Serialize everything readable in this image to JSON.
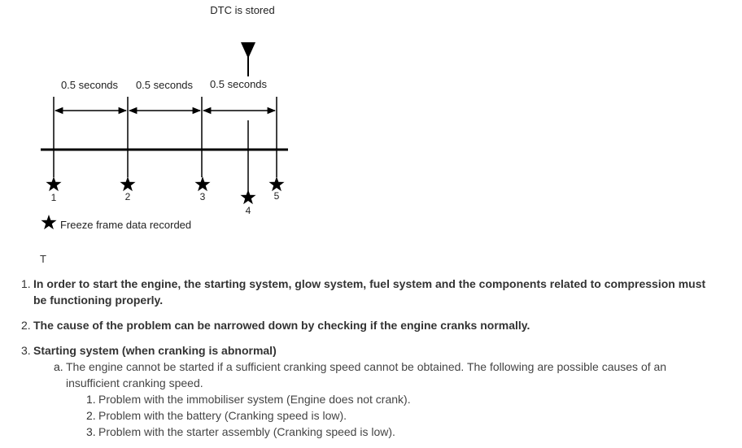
{
  "diagram": {
    "dtc_label": "DTC is stored",
    "interval_labels": [
      "0.5 seconds",
      "0.5 seconds",
      "0.5 seconds"
    ],
    "star_numbers": [
      "1",
      "2",
      "3",
      "4",
      "5"
    ],
    "legend_label": "Freeze frame data recorded",
    "icons": {
      "marker": "star-icon",
      "dtc_pointer": "down-triangle-icon"
    }
  },
  "section_mark": "T",
  "list": [
    {
      "num": "1.",
      "text": "In order to start the engine, the starting system, glow system, fuel system and the components related to compression must be functioning properly."
    },
    {
      "num": "2.",
      "text": "The cause of the problem can be narrowed down by checking if the engine cranks normally."
    },
    {
      "num": "3.",
      "text": "Starting system (when cranking is abnormal)",
      "sub": {
        "num": "a.",
        "text": "The engine cannot be started if a sufficient cranking speed cannot be obtained. The following are possible causes of an insufficient cranking speed.",
        "items": [
          {
            "num": "1.",
            "text": "Problem with the immobiliser system (Engine does not crank)."
          },
          {
            "num": "2.",
            "text": "Problem with the battery (Cranking speed is low)."
          },
          {
            "num": "3.",
            "text": "Problem with the starter assembly (Cranking speed is low)."
          }
        ]
      }
    }
  ]
}
